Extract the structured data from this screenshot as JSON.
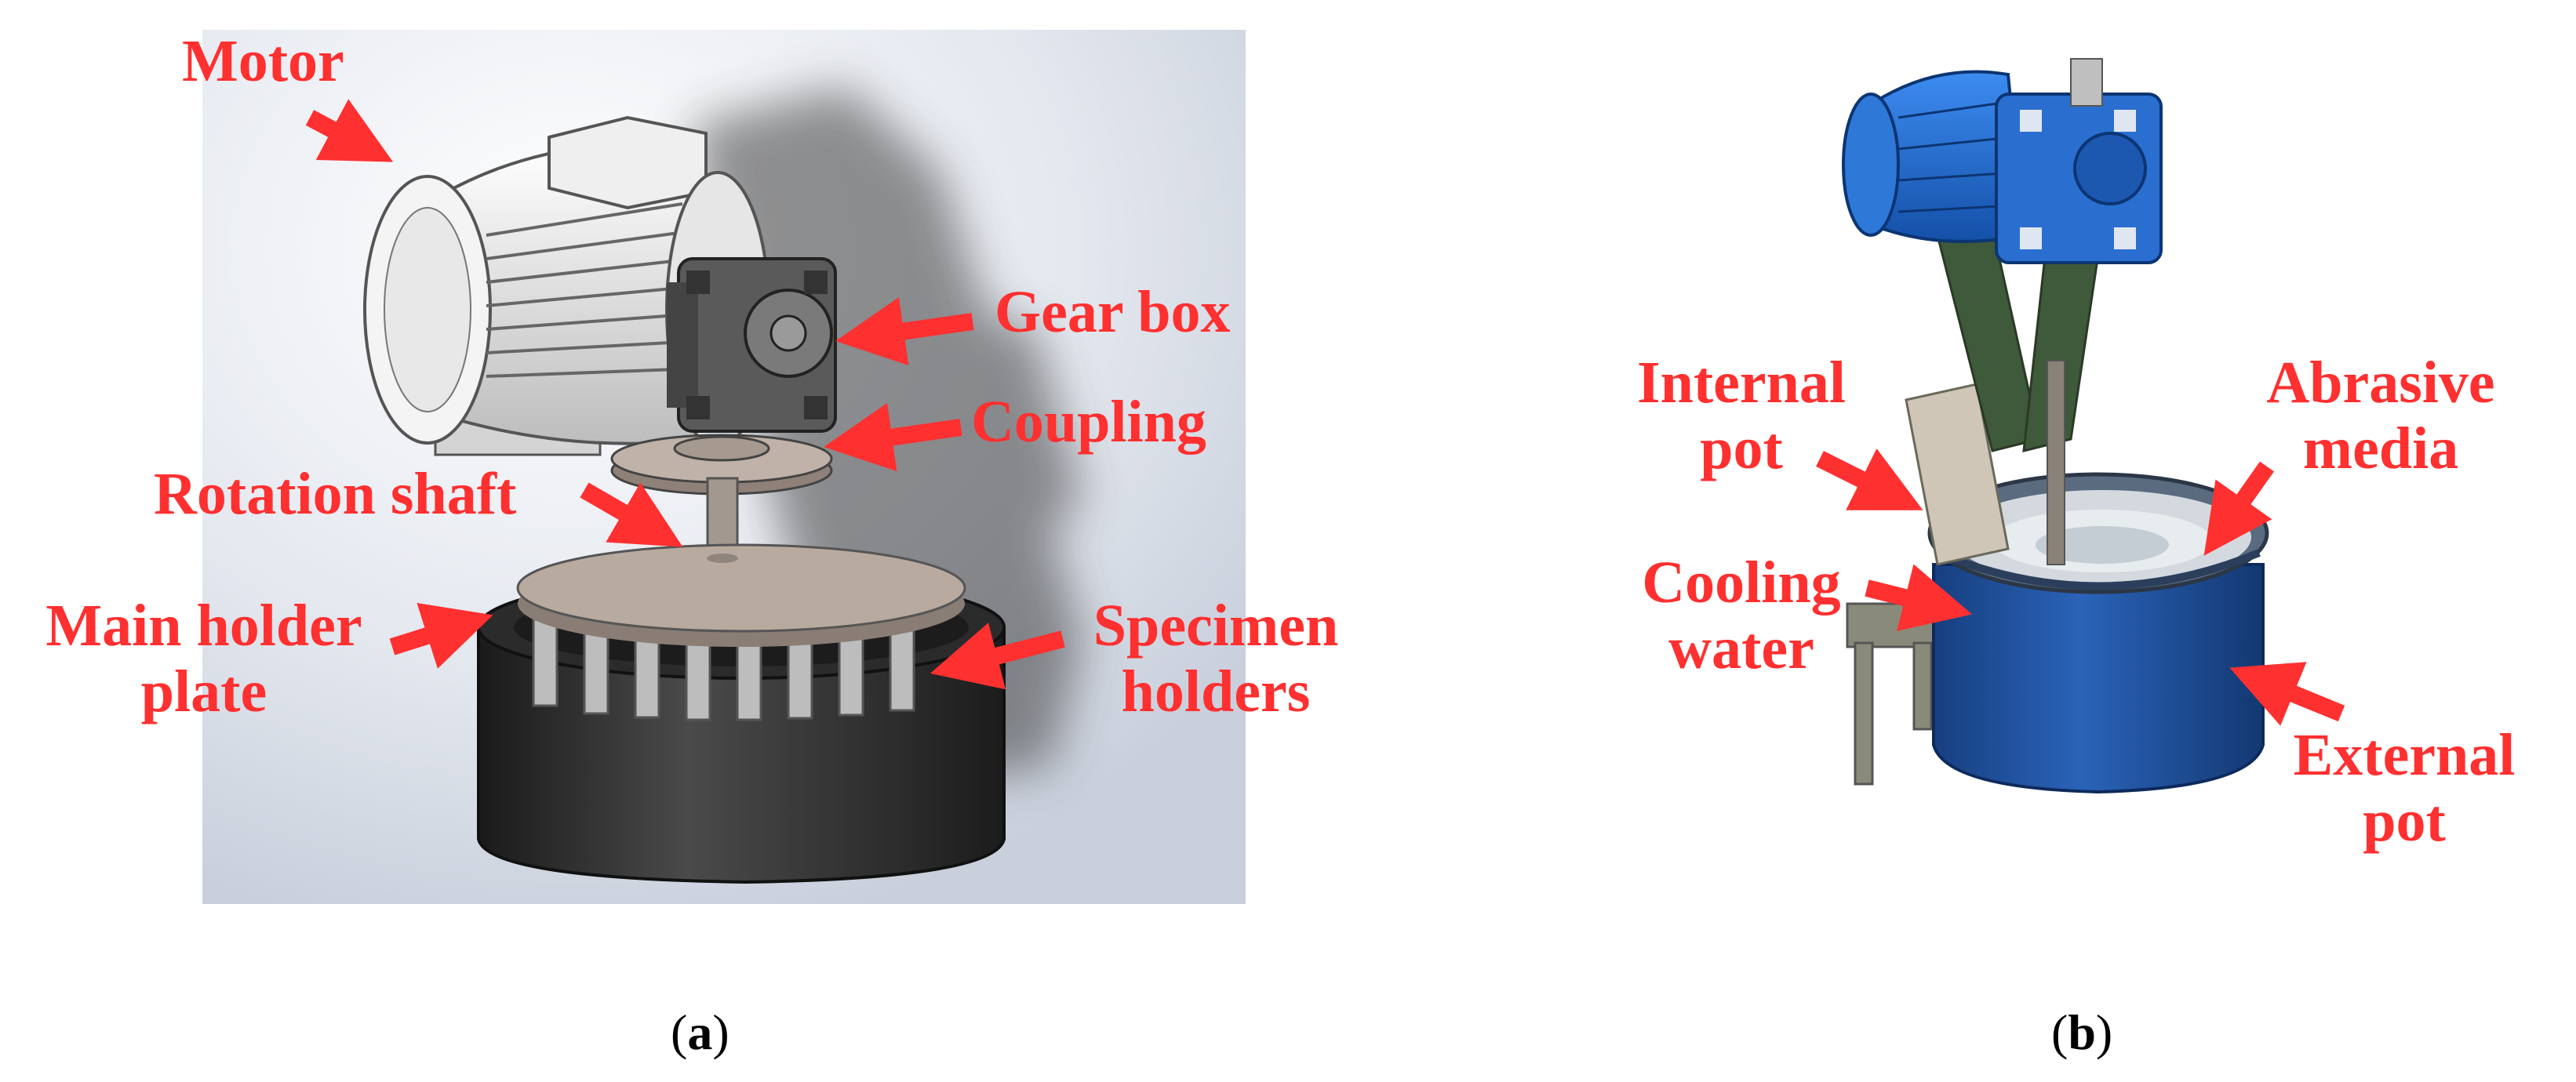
{
  "panel_a": {
    "caption_open": "(",
    "caption_letter": "a",
    "caption_close": ")",
    "labels": {
      "motor": "Motor",
      "gear_box": "Gear box",
      "coupling": "Coupling",
      "rotation_shaft": "Rotation shaft",
      "main_holder_plate_line1": "Main holder",
      "main_holder_plate_line2": "plate",
      "specimen_holders_line1": "Specimen",
      "specimen_holders_line2": "holders"
    }
  },
  "panel_b": {
    "caption_open": "(",
    "caption_letter": "b",
    "caption_close": ")",
    "labels": {
      "internal_pot_line1": "Internal",
      "internal_pot_line2": "pot",
      "abrasive_media_line1": "Abrasive",
      "abrasive_media_line2": "media",
      "cooling_water_line1": "Cooling",
      "cooling_water_line2": "water",
      "external_pot_line1": "External",
      "external_pot_line2": "pot"
    }
  },
  "colors": {
    "label_red": "#ff3030",
    "motor_blue": "#1f6fd6",
    "pot_blue": "#1c4f9a",
    "drum_black": "#2a2a2a",
    "plate_tan": "#b9aa9f"
  }
}
